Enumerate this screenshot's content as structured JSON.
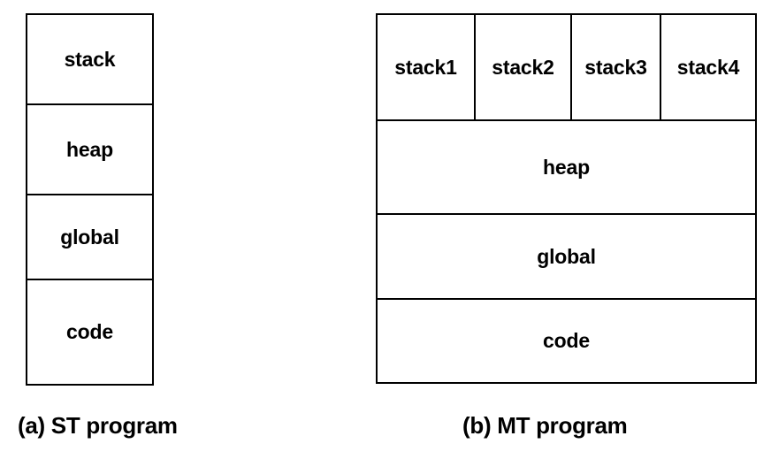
{
  "figure": {
    "background_color": "#ffffff",
    "line_color": "#000000",
    "text_color": "#000000",
    "panels": [
      {
        "id": "a",
        "caption": "(a) ST program",
        "segments": [
          {
            "label": "stack"
          },
          {
            "label": "heap"
          },
          {
            "label": "global"
          },
          {
            "label": "code"
          }
        ]
      },
      {
        "id": "b",
        "caption": "(b) MT program",
        "stacks": [
          {
            "label": "stack1"
          },
          {
            "label": "stack2"
          },
          {
            "label": "stack3"
          },
          {
            "label": "stack4"
          }
        ],
        "segments": [
          {
            "label": "heap"
          },
          {
            "label": "global"
          },
          {
            "label": "code"
          }
        ]
      }
    ]
  }
}
